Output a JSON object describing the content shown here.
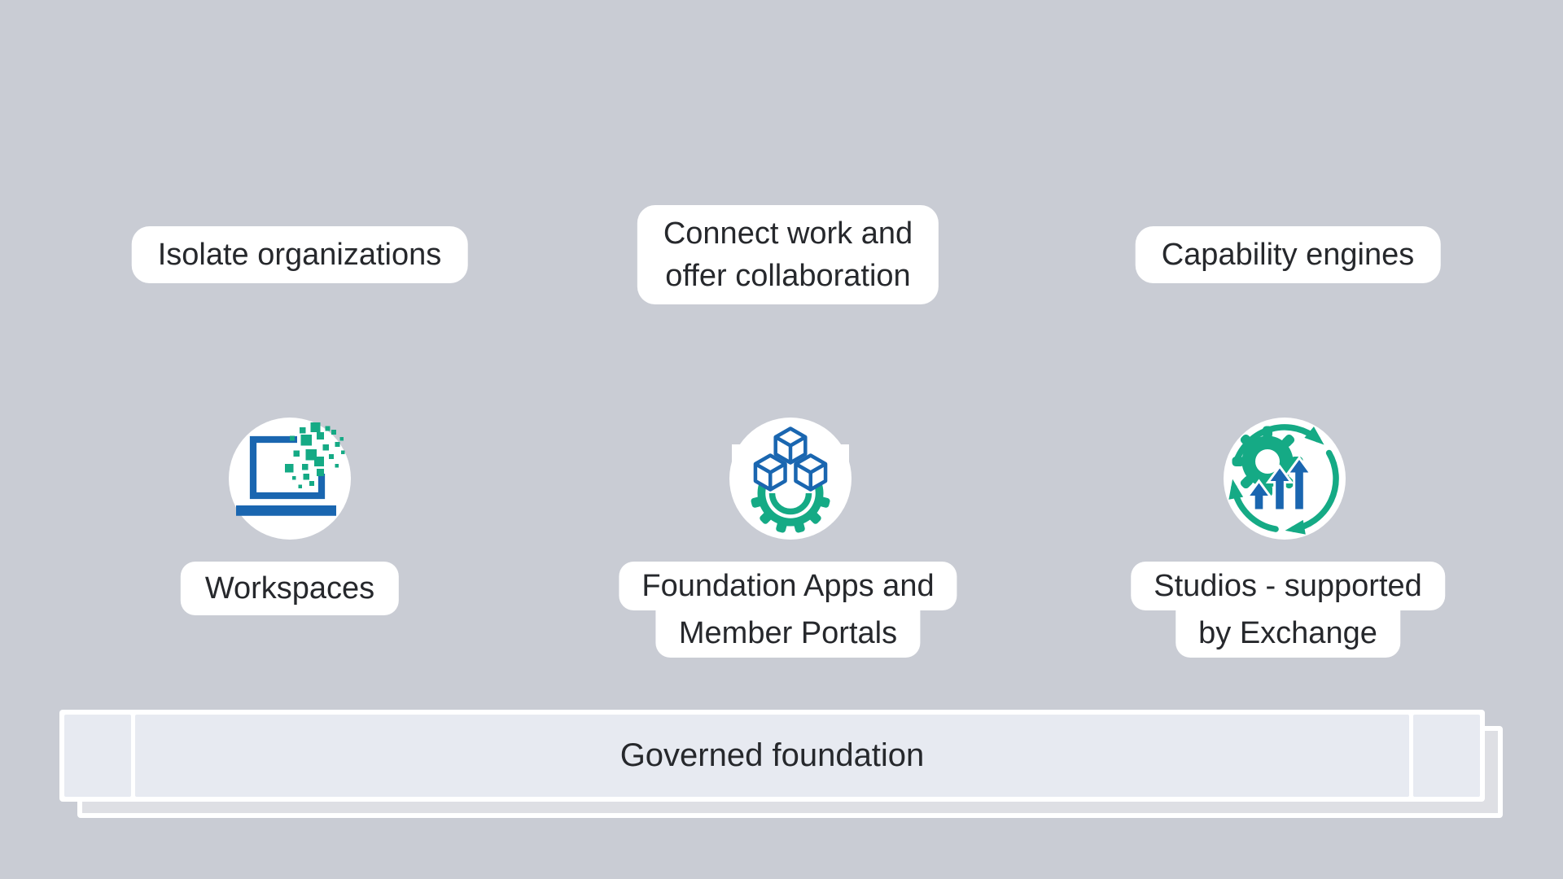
{
  "diagram_title": "",
  "colors": {
    "background": "#c9ccd4",
    "card_white": "#ffffff",
    "text": "#26282c",
    "accent_blue": "#1a66b0",
    "accent_green": "#15aa85",
    "bar_fill": "#e7eaf1",
    "bar_shadow_fill": "#dedfe4"
  },
  "columns": [
    {
      "top_label_lines": [
        "Isolate organizations"
      ],
      "icon": "laptop-pixels-icon",
      "caption_lines": [
        "Workspaces"
      ]
    },
    {
      "top_label_lines": [
        "Connect work and",
        "offer collaboration"
      ],
      "icon": "cubes-gear-icon",
      "caption_lines": [
        "Foundation Apps and",
        "Member Portals"
      ]
    },
    {
      "top_label_lines": [
        "Capability engines"
      ],
      "icon": "gear-growth-cycle-icon",
      "caption_lines": [
        "Studios - supported",
        "by Exchange"
      ]
    }
  ],
  "foundation_bar": {
    "label": "Governed foundation"
  }
}
